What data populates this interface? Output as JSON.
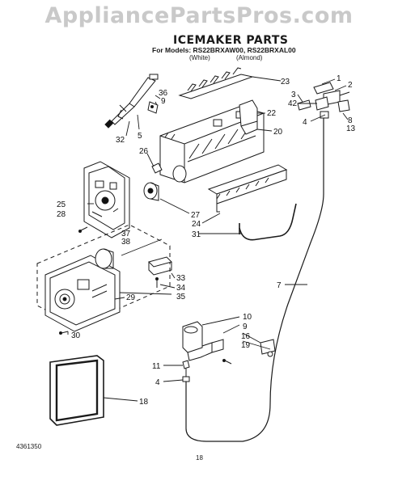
{
  "watermark": "AppliancePartsPros.com",
  "title": "ICEMAKER PARTS",
  "models_line": "For Models: RS22BRXAW00, RS22BRXAL00",
  "color_white": "(White)",
  "color_almond": "(Almond)",
  "doc_number": "4361350",
  "page_number": "18",
  "callouts": {
    "c23": "23",
    "c1": "1",
    "c2": "2",
    "c36": "36",
    "c9a": "9",
    "c3": "3",
    "c42": "42",
    "c22": "22",
    "c8": "8",
    "c13": "13",
    "c4a": "4",
    "c20": "20",
    "c32": "32",
    "c5": "5",
    "c26": "26",
    "c25": "25",
    "c28": "28",
    "c27": "27",
    "c24": "24",
    "c31": "31",
    "c37": "37",
    "c38": "38",
    "c33": "33",
    "c34": "34",
    "c35": "35",
    "c29": "29",
    "c7": "7",
    "c10": "10",
    "c9b": "9",
    "c16": "16",
    "c19": "19",
    "c30": "30",
    "c11": "11",
    "c4b": "4",
    "c18": "18"
  }
}
